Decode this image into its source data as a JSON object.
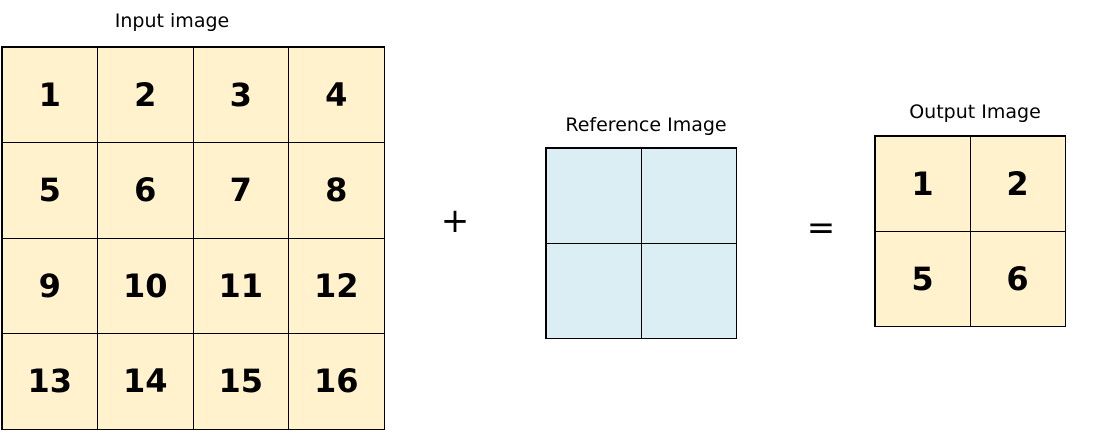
{
  "input": {
    "title": "Input image",
    "cells": [
      "1",
      "2",
      "3",
      "4",
      "5",
      "6",
      "7",
      "8",
      "9",
      "10",
      "11",
      "12",
      "13",
      "14",
      "15",
      "16"
    ],
    "fill": "#fff2cc"
  },
  "operators": {
    "plus": "+",
    "equals": "="
  },
  "reference": {
    "title": "Reference Image",
    "cells": [
      "",
      "",
      "",
      ""
    ],
    "fill": "#daeef3"
  },
  "output": {
    "title": "Output Image",
    "cells": [
      "1",
      "2",
      "5",
      "6"
    ],
    "fill": "#fff2cc"
  }
}
